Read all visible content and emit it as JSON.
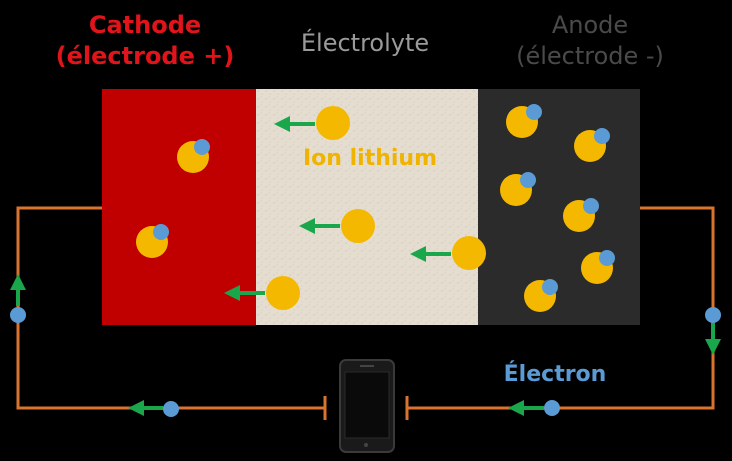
{
  "labels": {
    "cathode_line1": "Cathode",
    "cathode_line2": "(électrode +)",
    "electrolyte": "Électrolyte",
    "anode_line1": "Anode",
    "anode_line2": "(électrode -)",
    "ion": "Ion lithium",
    "electron": "Électron"
  },
  "colors": {
    "background": "#000000",
    "cathode": "#c00000",
    "electrolyte": "#e4ddd0",
    "anode": "#2b2b2b",
    "ion": "#f5b800",
    "electron": "#5b9bd5",
    "arrow": "#1aa64a",
    "wire": "#d9732e",
    "cathode_text": "#e0141a",
    "electrolyte_text": "#9a9a9a",
    "anode_text": "#4a4a4a",
    "ion_text": "#f0b400",
    "electron_text": "#5b9bd5"
  },
  "icons": [
    "lithium-ion",
    "electron",
    "arrow-left",
    "arrow-up",
    "arrow-down",
    "smartphone"
  ]
}
